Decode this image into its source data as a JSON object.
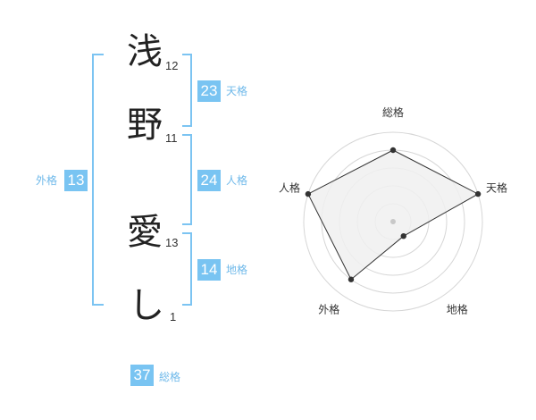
{
  "colors": {
    "accent": "#7cc4f2",
    "badge": "#79c4f2",
    "caption": "#6fb9ea",
    "text": "#222222",
    "radar_fill": "#f0f0f0",
    "radar_line": "#333333"
  },
  "name_chars": [
    {
      "char": "浅",
      "strokes": "12"
    },
    {
      "char": "野",
      "strokes": "11"
    },
    {
      "char": "愛",
      "strokes": "13"
    },
    {
      "char": "し",
      "strokes": "1"
    }
  ],
  "fortunes": {
    "tenkaku": {
      "value": "23",
      "label": "天格"
    },
    "jinkaku": {
      "value": "24",
      "label": "人格"
    },
    "chikaku": {
      "value": "14",
      "label": "地格"
    },
    "gaikaku": {
      "value": "13",
      "label": "外格"
    },
    "soukaku": {
      "value": "37",
      "label": "総格"
    }
  },
  "chart_data": {
    "type": "radar",
    "categories": [
      "総格",
      "天格",
      "地格",
      "外格",
      "人格"
    ],
    "values": [
      4,
      5,
      1,
      4,
      5
    ],
    "max": 5,
    "grid_rings": 5
  }
}
